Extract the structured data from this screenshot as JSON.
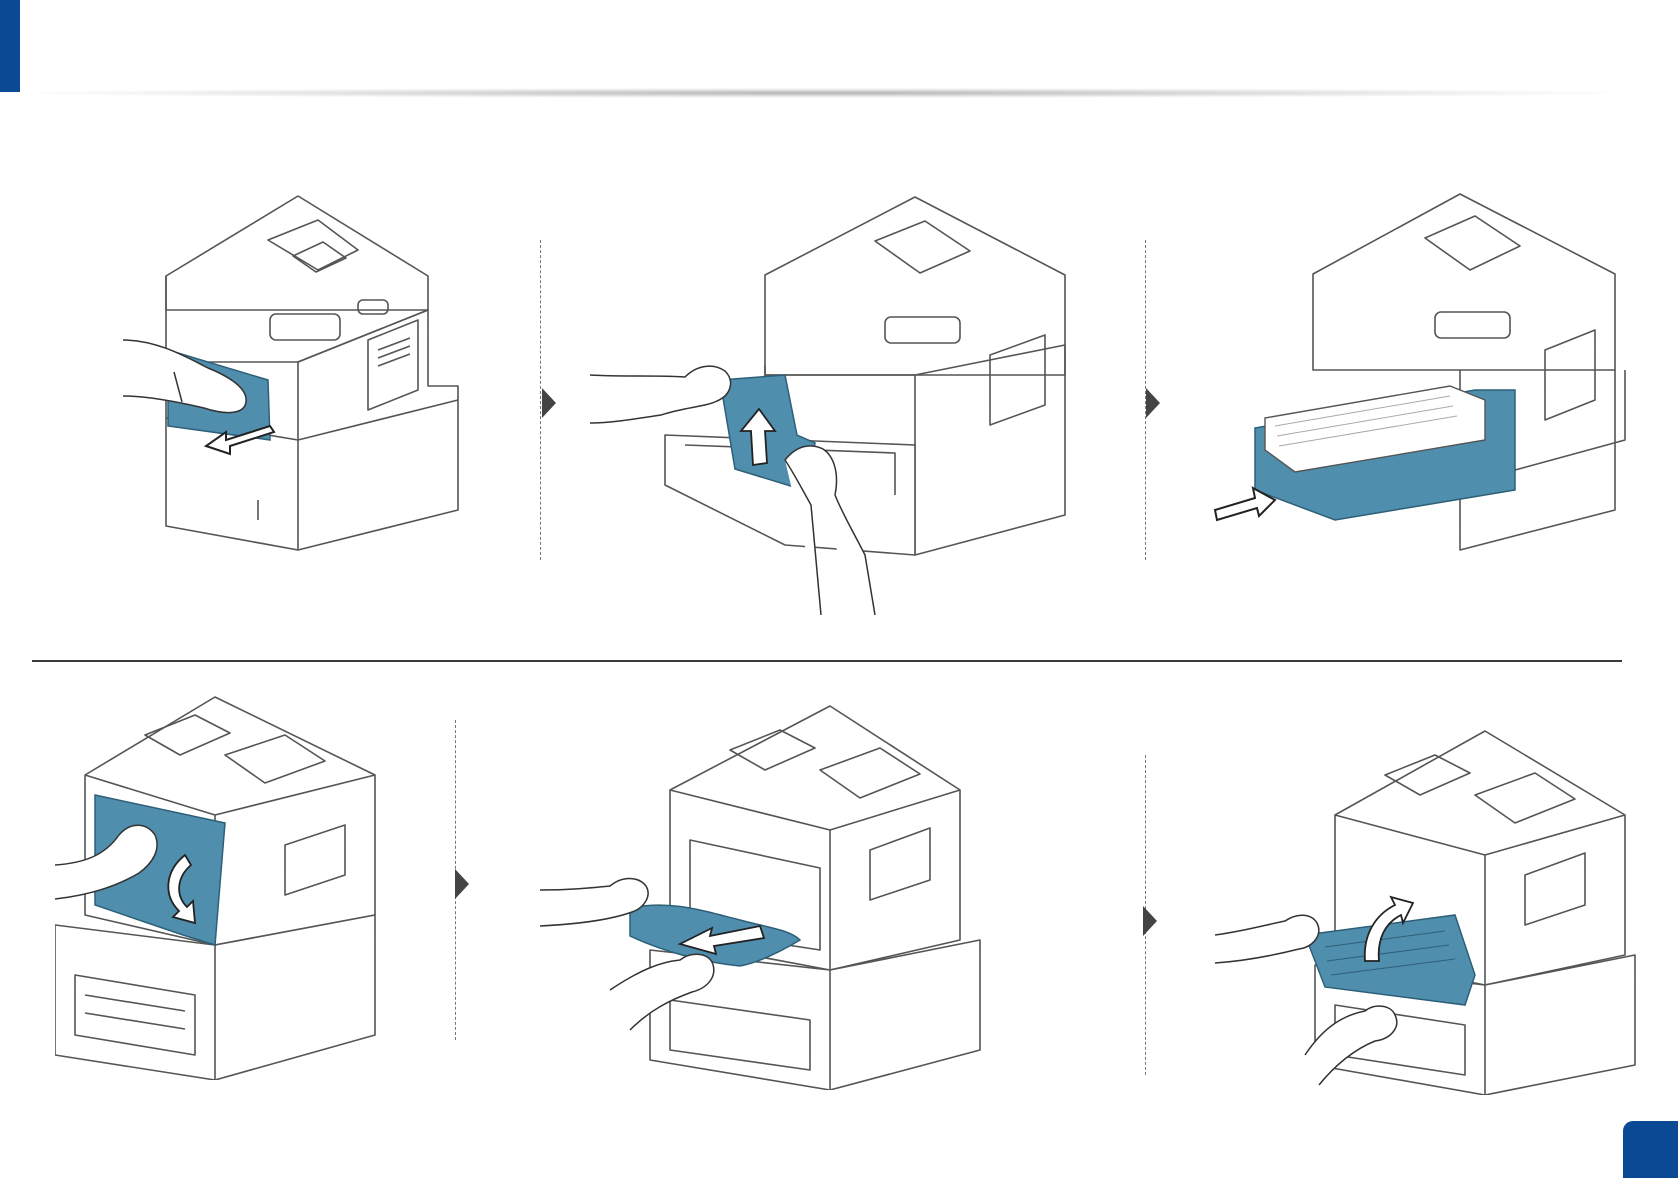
{
  "page": {
    "number": ""
  },
  "colors": {
    "brand_blue": "#0a4a94",
    "paper_teal": "#4f8fad",
    "line": "#3a3a3a"
  },
  "steps": [
    {
      "id": "step-1",
      "icon": "printer-open-front-cover-icon"
    },
    {
      "id": "step-2",
      "icon": "remove-jammed-paper-from-tray-icon"
    },
    {
      "id": "step-3",
      "icon": "insert-paper-tray-icon"
    },
    {
      "id": "step-4",
      "icon": "open-rear-cover-icon"
    },
    {
      "id": "step-5",
      "icon": "pull-jammed-paper-from-rear-icon"
    },
    {
      "id": "step-6",
      "icon": "close-duplex-unit-icon"
    }
  ]
}
